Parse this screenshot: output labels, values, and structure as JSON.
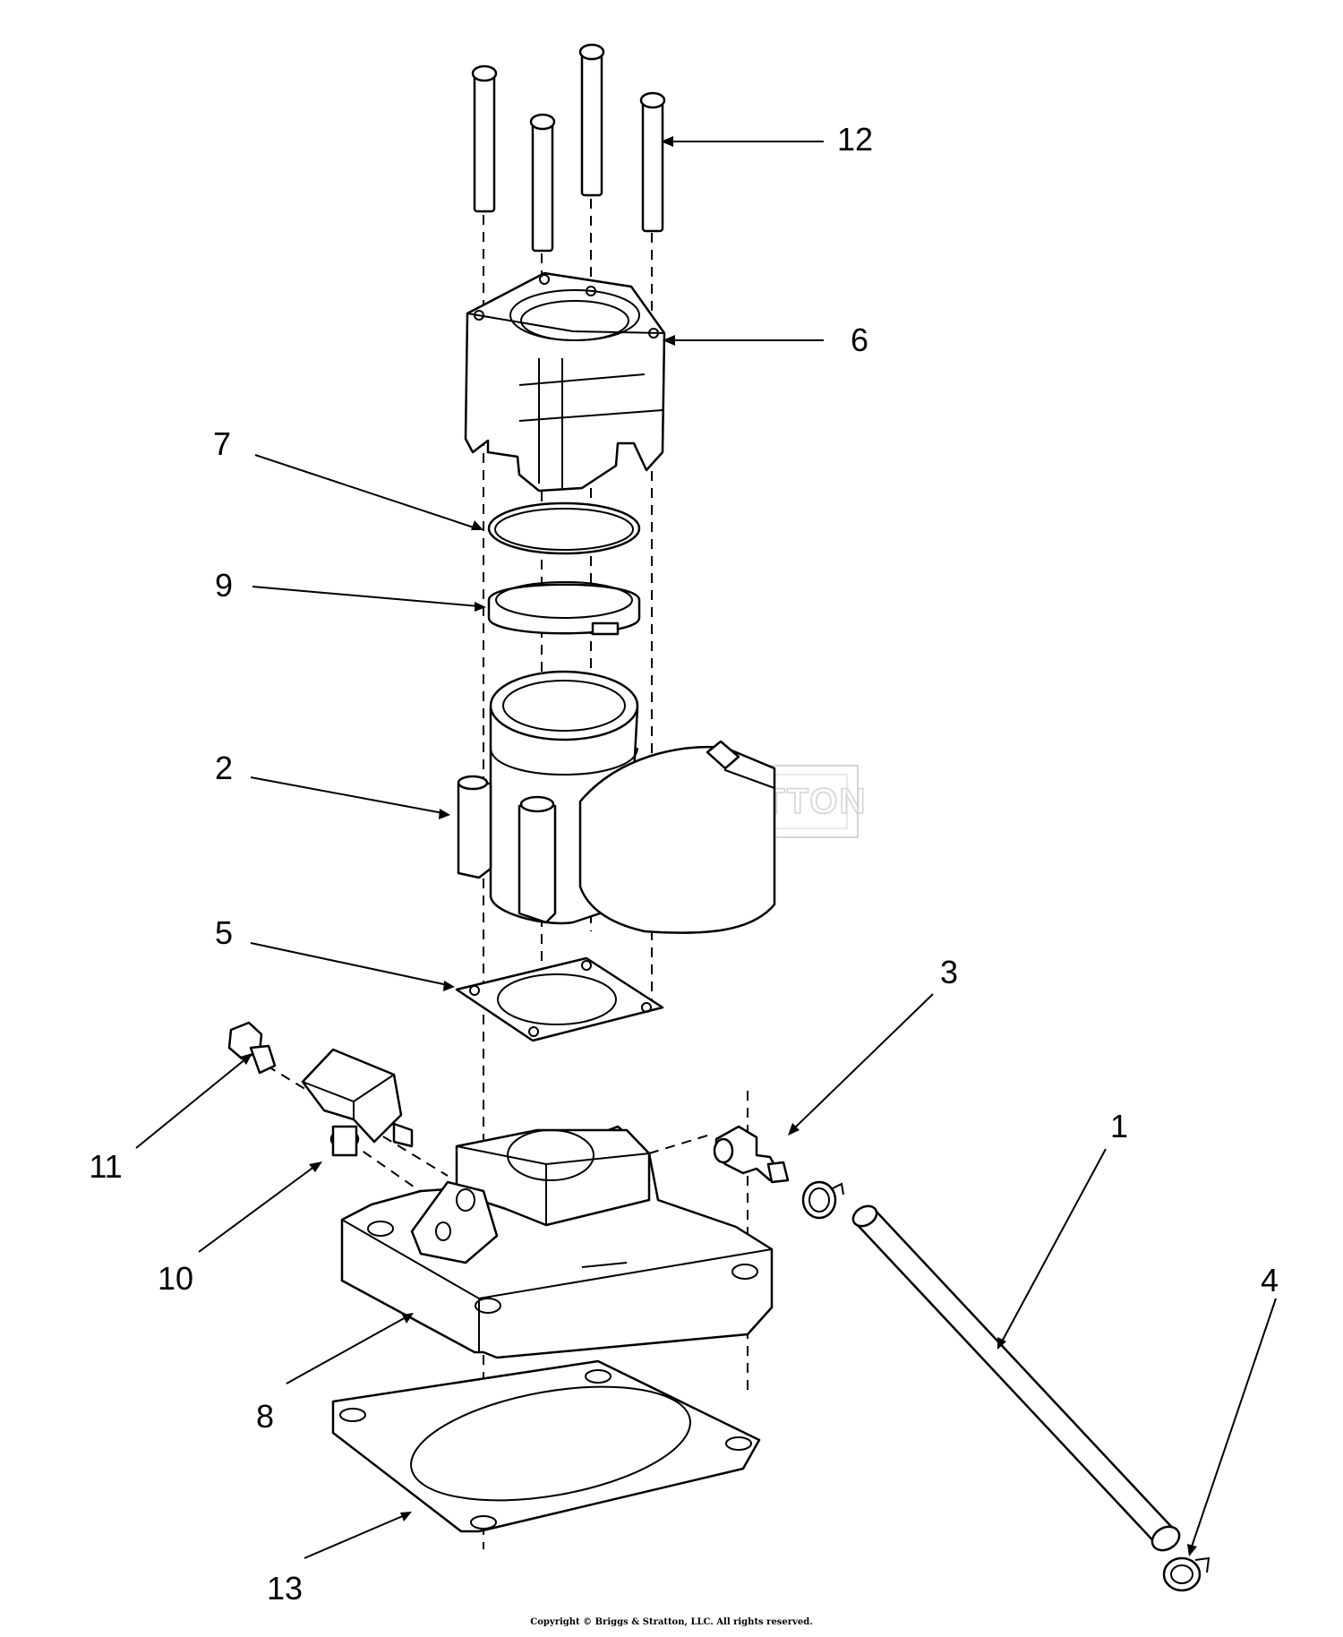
{
  "watermark": {
    "text": "BRIGGS&STRATTON"
  },
  "callouts": [
    {
      "id": "12",
      "label": "12"
    },
    {
      "id": "6",
      "label": "6"
    },
    {
      "id": "7",
      "label": "7"
    },
    {
      "id": "9",
      "label": "9"
    },
    {
      "id": "2",
      "label": "2"
    },
    {
      "id": "5",
      "label": "5"
    },
    {
      "id": "3",
      "label": "3"
    },
    {
      "id": "1",
      "label": "1"
    },
    {
      "id": "11",
      "label": "11"
    },
    {
      "id": "10",
      "label": "10"
    },
    {
      "id": "4",
      "label": "4"
    },
    {
      "id": "8",
      "label": "8"
    },
    {
      "id": "13",
      "label": "13"
    }
  ],
  "footer": {
    "copyright": "Copyright © Briggs & Stratton, LLC. All rights reserved."
  },
  "colors": {
    "line": "#000000",
    "background": "#ffffff",
    "watermark": "#d4d4d4"
  }
}
